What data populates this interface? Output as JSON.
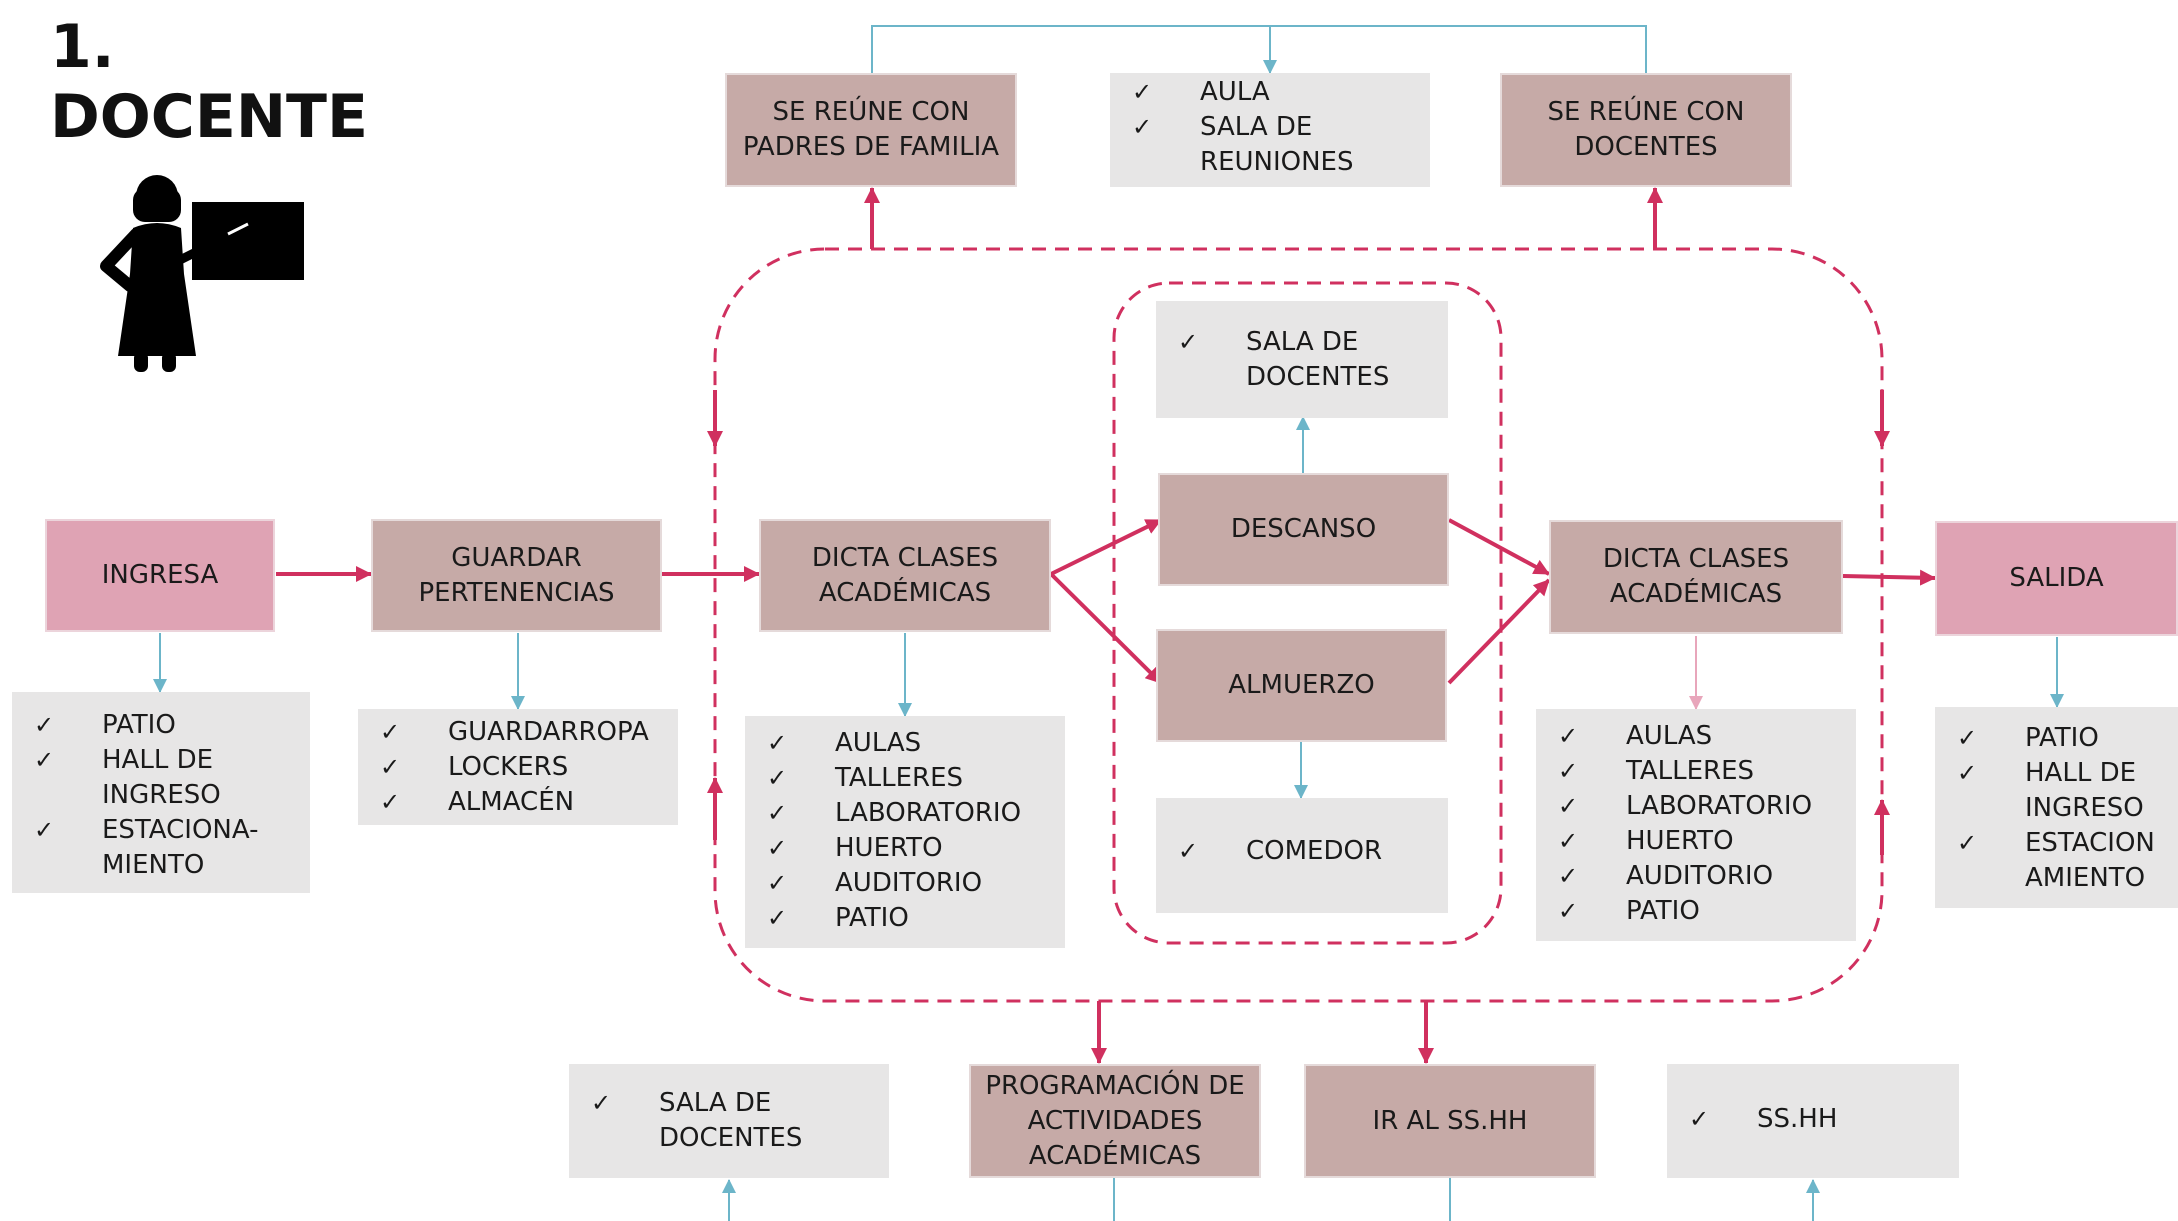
{
  "heading": {
    "number": "1.",
    "title": "DOCENTE"
  },
  "icons": {
    "teacher": "teacher-at-board-icon",
    "check": "✓"
  },
  "colors": {
    "activity": "#c6aaa7",
    "entry_exit": "#dfa3b4",
    "location": "#e7e6e6",
    "flow_arrow": "#d0305f",
    "location_arrow": "#6cb5c9"
  },
  "nodes": {
    "ingresa": "INGRESA",
    "guardar": [
      "GUARDAR",
      "PERTENENCIAS"
    ],
    "dicta1": [
      "DICTA CLASES",
      "ACADÉMICAS"
    ],
    "descanso": "DESCANSO",
    "almuerzo": "ALMUERZO",
    "dicta2": [
      "DICTA CLASES",
      "ACADÉMICAS"
    ],
    "salida": "SALIDA",
    "padres": [
      "SE REÚNE CON",
      "PADRES DE FAMILIA"
    ],
    "docentes": [
      "SE REÚNE CON",
      "DOCENTES"
    ],
    "programacion": [
      "PROGRAMACIÓN DE",
      "ACTIVIDADES",
      "ACADÉMICAS"
    ],
    "sshh": "IR AL SS.HH"
  },
  "locations": {
    "ingresa": [
      "PATIO",
      "HALL DE\nINGRESO",
      "ESTACIONA-\nMIENTO"
    ],
    "guardar": [
      "GUARDARROPA",
      "LOCKERS",
      "ALMACÉN"
    ],
    "dicta1": [
      "AULAS",
      "TALLERES",
      "LABORATORIO",
      "HUERTO",
      "AUDITORIO",
      "PATIO"
    ],
    "sala_docentes_top": [
      "SALA DE\nDOCENTES"
    ],
    "comedor": [
      "COMEDOR"
    ],
    "dicta2": [
      "AULAS",
      "TALLERES",
      "LABORATORIO",
      "HUERTO",
      "AUDITORIO",
      "PATIO"
    ],
    "salida": [
      "PATIO",
      "HALL DE\nINGRESO",
      "ESTACION\nAMIENTO"
    ],
    "reuniones": [
      "AULA",
      "SALA DE\nREUNIONES"
    ],
    "sala_docentes_bottom": [
      "SALA DE\nDOCENTES"
    ],
    "sshh": [
      "SS.HH"
    ]
  }
}
